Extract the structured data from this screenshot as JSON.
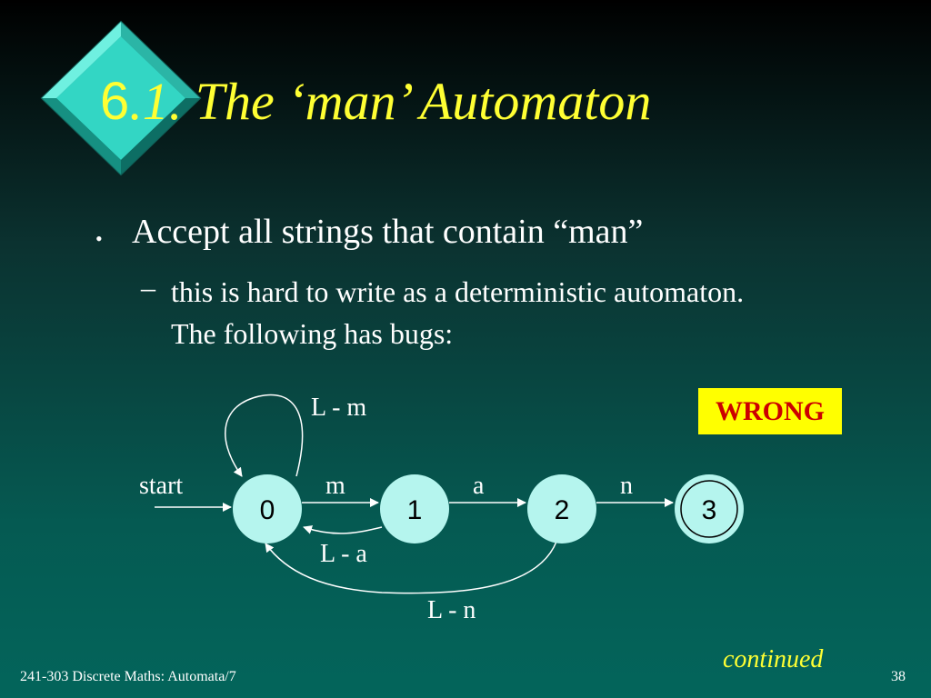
{
  "title": {
    "number": "6",
    "text": ".1. The ‘man’ Automaton"
  },
  "bullet": {
    "symbol": "•",
    "text": "Accept all strings that contain “man”",
    "sub": {
      "dash": "–",
      "text": "this is hard to write as a deterministic automaton. The following has bugs:"
    }
  },
  "badge": {
    "text": "WRONG"
  },
  "diagram": {
    "states": [
      "0",
      "1",
      "2",
      "3"
    ],
    "accepting_state": "3",
    "start_label": "start",
    "transitions": [
      {
        "from": "0",
        "to": "0",
        "label": "L - m"
      },
      {
        "from": "0",
        "to": "1",
        "label": "m"
      },
      {
        "from": "1",
        "to": "2",
        "label": "a"
      },
      {
        "from": "2",
        "to": "3",
        "label": "n"
      },
      {
        "from": "1",
        "to": "0",
        "label": "L - a"
      },
      {
        "from": "2",
        "to": "0",
        "label": "L - n"
      }
    ]
  },
  "footer": {
    "left": "241-303 Discrete Maths: Automata/7",
    "continued": "continued",
    "page": "38"
  },
  "colors": {
    "title": "#ffff33",
    "node_fill": "#b5f5ee",
    "badge_bg": "#ffff00",
    "badge_text": "#cc0000",
    "diamond": "#33d6c4"
  }
}
